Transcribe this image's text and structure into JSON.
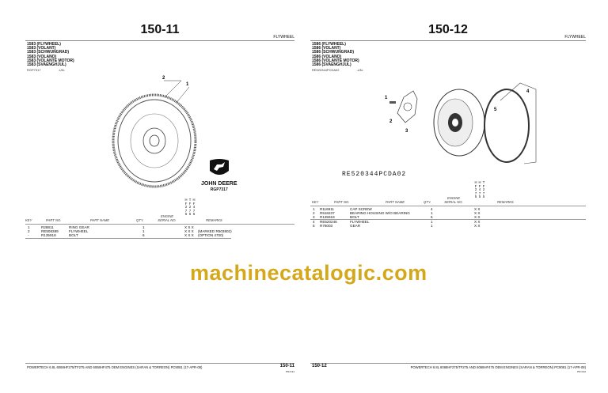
{
  "left": {
    "page_number": "150-11",
    "section": "FLYWHEEL",
    "titles": [
      "1583 (FLYWHEEL)",
      "1583 (VOLANT)",
      "1583 (SCHWUNGRAD)",
      "1583 (VOLANO)",
      "1583 (VOLANTE MOTOR)",
      "1583 (SVAENGHJUL)"
    ],
    "ref_code": "RGP7317",
    "ref_tag": "-UN-",
    "callouts": [
      "2",
      "1"
    ],
    "logo_text": "JOHN DEERE",
    "illustration_code": "RGP7317",
    "headers": {
      "key": "KEY",
      "part_no": "PART NO.",
      "part_name": "PART NAME",
      "qty": "QTY.",
      "serial": "ENGINE SERIAL NO.",
      "remarks": "REMARKS"
    },
    "engine_cols": [
      "HF275",
      "TF275",
      "HF475"
    ],
    "rows": [
      {
        "key": "1",
        "part_no": "R28811",
        "name": "RING GEAR",
        "qty": "1",
        "marks": "X X X",
        "remarks": ""
      },
      {
        "key": "2",
        "part_no": "RE508389",
        "name": "FLYWHEEL",
        "qty": "1",
        "marks": "X X X",
        "remarks": "(MARKED R503802)"
      },
      {
        "key": "-",
        "part_no": "R135918",
        "name": "BOLT",
        "qty": "6",
        "marks": "X X X",
        "remarks": "(OPTION 4700)"
      }
    ],
    "footer": "POWERTECH 6.8L 6068HF275/TF275 AND 6068HF475 OEM ENGINES (SARAN & TORREON)   PC9081   (17-APR-08)",
    "footer_page": "150-11",
    "footer_sub": "PN=131"
  },
  "right": {
    "page_number": "150-12",
    "section": "FLYWHEEL",
    "titles": [
      "1586 (FLYWHEEL)",
      "1586 (VOLANT)",
      "1586 (SCHWUNGRAD)",
      "1586 (VOLANO)",
      "1586 (VOLANTE MOTOR)",
      "1586 (SVAENGHJUL)"
    ],
    "ref_code": "RE520344PCDA02",
    "ref_tag": "-UN-",
    "callouts": [
      "1",
      "4",
      "5",
      "2",
      "3"
    ],
    "illustration_code": "RE520344PCDA02",
    "headers": {
      "key": "KEY",
      "part_no": "PART NO.",
      "part_name": "PART NAME",
      "qty": "QTY.",
      "serial": "ENGINE SERIAL NO.",
      "remarks": "REMARKS"
    },
    "engine_cols": [
      "HF275",
      "HF475",
      "TF275"
    ],
    "rows": [
      {
        "key": "1",
        "part_no": "R116911",
        "name": "CAP SCREW",
        "qty": "4",
        "marks": "X X"
      },
      {
        "key": "2",
        "part_no": "R518237",
        "name": "BEARING HOUSING W/O BEARING",
        "qty": "1",
        "marks": "X X"
      },
      {
        "key": "3",
        "part_no": "R135918",
        "name": "BOLT",
        "qty": "6",
        "marks": "X X"
      },
      {
        "key": "4",
        "part_no": "RE520246",
        "name": "FLYWHEEL",
        "qty": "1",
        "marks": "X X"
      },
      {
        "key": "5",
        "part_no": "R76003",
        "name": "GEAR",
        "qty": "1",
        "marks": "X X"
      }
    ],
    "footer": "POWERTECH 6.8L 6068HF275/TF275 AND 6068HF475 OEM ENGINES (SARAN & TORREON)   PC9081   (17-APR-08)",
    "footer_page": "150-12",
    "footer_sub": "PN=132"
  },
  "watermark": "machinecatalogic.com",
  "colors": {
    "watermark": "#d4a81a"
  }
}
